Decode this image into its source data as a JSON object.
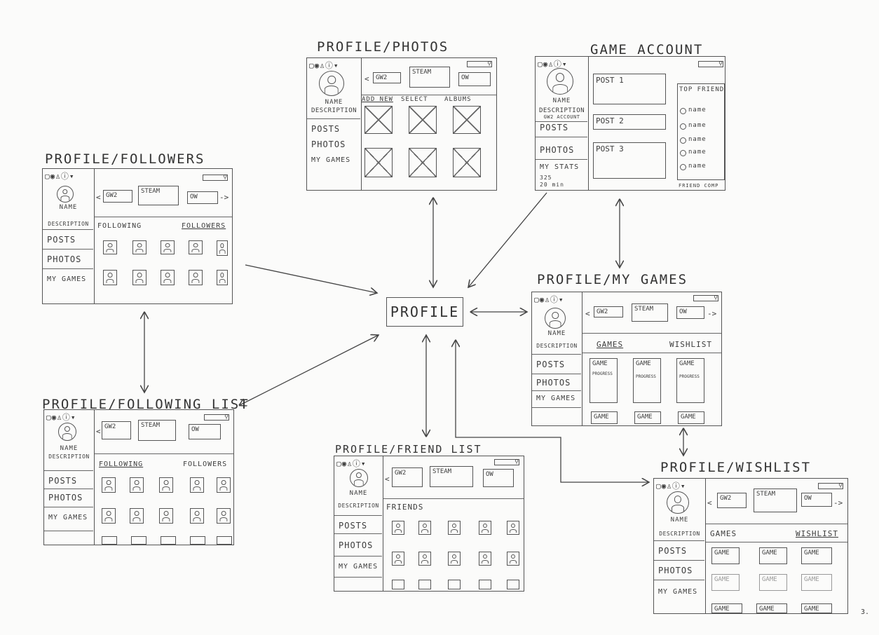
{
  "center": {
    "label": "PROFILE"
  },
  "page_number": "3.",
  "common": {
    "name": "NAME",
    "description": "DESCRIPTION",
    "nav": [
      "POSTS",
      "PHOTOS",
      "MY GAMES"
    ],
    "tabs": [
      "GW2",
      "STEAM",
      "OW"
    ]
  },
  "photos": {
    "title": "PROFILE/PHOTOS",
    "actions": [
      "ADD NEW",
      "SELECT",
      "ALBUMS"
    ]
  },
  "game_account": {
    "title": "GAME ACCOUNT",
    "desc_extra": "GW2 ACCOUNT",
    "nav": [
      "POSTS",
      "PHOTOS",
      "MY STATS"
    ],
    "stats": [
      "325",
      "20 min"
    ],
    "posts": [
      "POST 1",
      "POST 2",
      "POST 3"
    ],
    "top_friends_title": "TOP FRIENDS",
    "friends": [
      "name",
      "name",
      "name",
      "name",
      "name"
    ],
    "friend_comp": "FRIEND COMP"
  },
  "followers": {
    "title": "PROFILE/FOLLOWERS",
    "tabs": [
      "FOLLOWING",
      "FOLLOWERS"
    ]
  },
  "my_games": {
    "title": "PROFILE/MY GAMES",
    "tabs": [
      "GAMES",
      "WISHLIST"
    ],
    "game": "GAME",
    "progress": "PROGRESS"
  },
  "following": {
    "title": "PROFILE/FOLLOWING LIST",
    "tabs": [
      "FOLLOWING",
      "FOLLOWERS"
    ]
  },
  "friend_list": {
    "title": "PROFILE/FRIEND LIST",
    "heading": "FRIENDS"
  },
  "wishlist": {
    "title": "PROFILE/WISHLIST",
    "tabs": [
      "GAMES",
      "WISHLIST"
    ],
    "game": "GAME"
  }
}
